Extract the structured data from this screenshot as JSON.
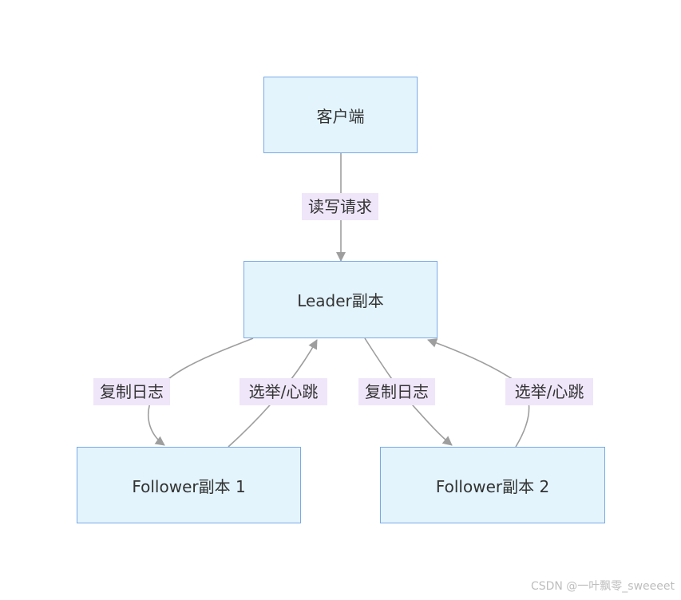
{
  "nodes": {
    "client": "客户端",
    "leader": "Leader副本",
    "follower1": "Follower副本 1",
    "follower2": "Follower副本 2"
  },
  "edges": {
    "client_to_leader": "读写请求",
    "leader_to_follower1": "复制日志",
    "follower1_to_leader": "选举/心跳",
    "leader_to_follower2": "复制日志",
    "follower2_to_leader": "选举/心跳"
  },
  "watermark": "CSDN @一叶飘零_sweeeet",
  "colors": {
    "node_fill": "#e3f4fc",
    "node_border": "#7aa9e8",
    "edge": "#9e9e9e",
    "label_bg": "#efe6fa"
  }
}
